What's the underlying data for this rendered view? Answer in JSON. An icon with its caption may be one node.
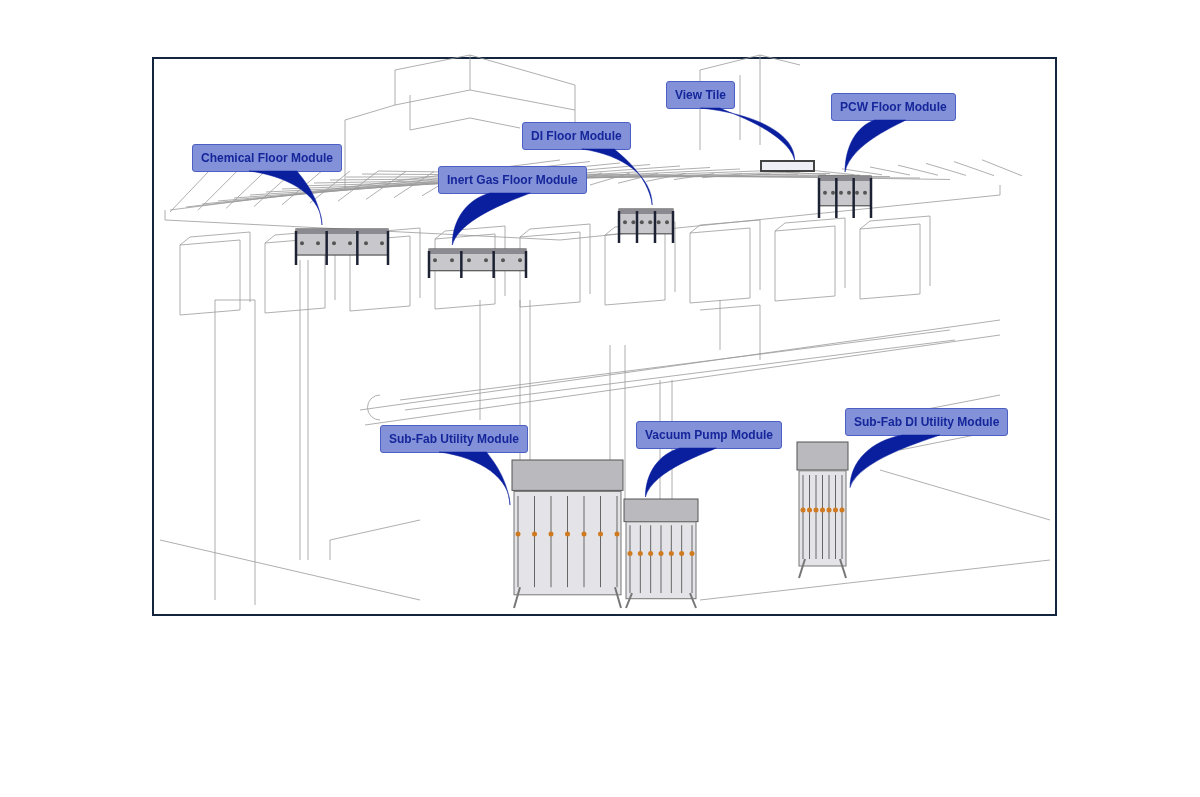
{
  "diagram": {
    "nodes": [
      {
        "text": [
          "Chemical Floor Module"
        ]
      },
      {
        "text": [
          "Inert Gas Floor Module"
        ]
      },
      {
        "text": [
          "DI Floor Module"
        ]
      },
      {
        "text": [
          "View Tile"
        ]
      },
      {
        "text": [
          "PCW Floor Module"
        ]
      },
      {
        "text": [
          "Sub-Fab Utility Module"
        ]
      },
      {
        "text": [
          "Vacuum Pump Module"
        ]
      },
      {
        "text": [
          "Sub-Fab DI Utility Module"
        ]
      },
      {
        "text": [],
        "shape": "box"
      },
      {
        "text": [],
        "shape": "box"
      },
      {
        "text": [],
        "shape": "box"
      },
      {
        "text": [],
        "shape": "box"
      },
      {
        "text": [],
        "shape": "box"
      },
      {
        "text": [],
        "shape": "box"
      },
      {
        "text": [],
        "shape": "box"
      },
      {
        "text": [],
        "shape": "box"
      }
    ],
    "edges": [
      {
        "from": 0,
        "to": 8,
        "arrow": "none"
      },
      {
        "from": 1,
        "to": 9,
        "arrow": "none"
      },
      {
        "from": 2,
        "to": 10,
        "arrow": "none"
      },
      {
        "from": 3,
        "to": 11,
        "arrow": "none"
      },
      {
        "from": 4,
        "to": 12,
        "arrow": "none"
      },
      {
        "from": 5,
        "to": 13,
        "arrow": "none"
      },
      {
        "from": 6,
        "to": 14,
        "arrow": "none"
      },
      {
        "from": 7,
        "to": 15,
        "arrow": "none"
      }
    ]
  }
}
